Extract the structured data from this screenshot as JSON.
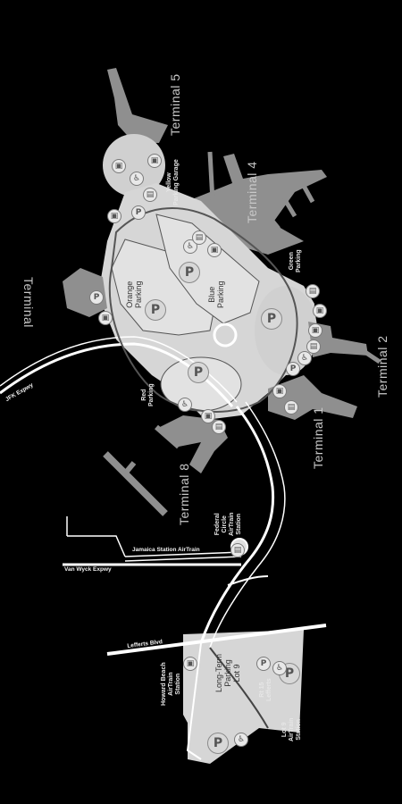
{
  "terminals": {
    "t5": "Terminal 5",
    "t4": "Terminal 4",
    "t7": "Terminal",
    "t2": "Terminal 2",
    "t1": "Terminal 1",
    "t8": "Terminal 8"
  },
  "parking": {
    "orange": "Orange\nParking",
    "blue": "Blue\nParking",
    "red": "Red\nParking",
    "yellow": "Yellow\nParking Garage",
    "green": "Green\nParking",
    "long_term": "Long-Term\nParking\nLot 9",
    "p": "P"
  },
  "roads": {
    "jfk_expwy": "JFK Expwy",
    "jamaica_airtrain": "Jamaica Station  AirTrain",
    "van_wyck": "Van Wyck Expwy",
    "lefferts": "Lefferts Blvd",
    "federal_circle": "Federal\nCircle\nAirTrain\nStation",
    "howard_beach": "Howard Beach\nAirTrain\nStation",
    "lot9_airtrain": "Lot 9\nAirTrain\nStation",
    "rt_15": "Rt 15\nLefferts"
  },
  "icons": {
    "parking": "parking-icon",
    "accessible": "accessible-parking-icon",
    "taxi": "taxi-icon",
    "bus": "bus-icon"
  },
  "colors": {
    "background": "#000000",
    "land": "#d9d9d9",
    "terminal": "#8f8f8f",
    "road": "#ffffff",
    "label": "#c9c9c9"
  }
}
